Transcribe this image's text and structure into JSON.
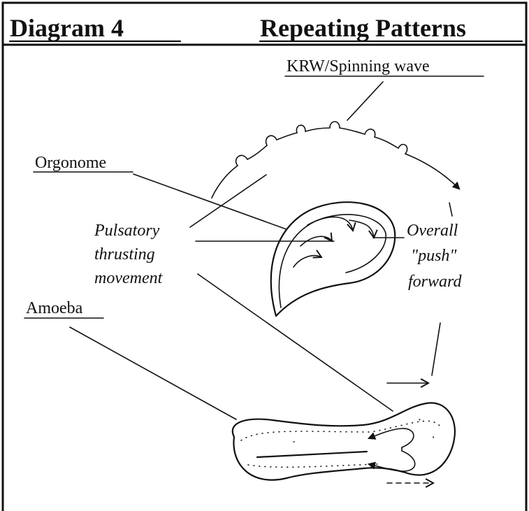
{
  "title": {
    "left": "Diagram   4",
    "right": "Repeating Patterns"
  },
  "labels": {
    "krw": "KRW/Spinning wave",
    "orgonome": "Orgonome",
    "pulsatory": [
      "Pulsatory",
      "thrusting",
      "movement"
    ],
    "overall": [
      "Overall",
      "\"push\"",
      "forward"
    ],
    "amoeba": "Amoeba"
  }
}
